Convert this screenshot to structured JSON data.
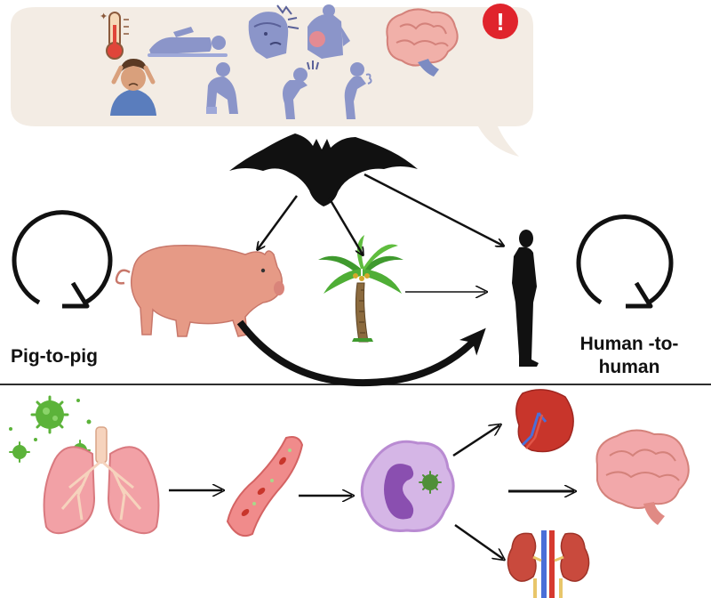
{
  "labels": {
    "pig_to_pig": "Pig-to-pig",
    "human_to_human_line1": "Human -to-",
    "human_to_human_line2": "human"
  },
  "symptom_bubble": {
    "alert_mark": "!",
    "symptom_icons": [
      "thermometer-icon",
      "lying-person-icon",
      "headache-face-icon",
      "back-pain-icon",
      "brain-icon",
      "distressed-person-icon",
      "vomiting-person-icon",
      "coughing-person-icon",
      "sneezing-person-icon"
    ]
  },
  "colors": {
    "bubble_fill": "#f3ece4",
    "symptom_icon": "#8b95c9",
    "alert_red": "#e0242c",
    "pig": "#e69a86",
    "virus_green": "#5cb33a",
    "lung_pink": "#f2a1a6",
    "brain_pink": "#f2a8aa",
    "spleen_red": "#c8352b",
    "kidney_red": "#c94a3d",
    "cell_purple": "#b98bd2"
  }
}
